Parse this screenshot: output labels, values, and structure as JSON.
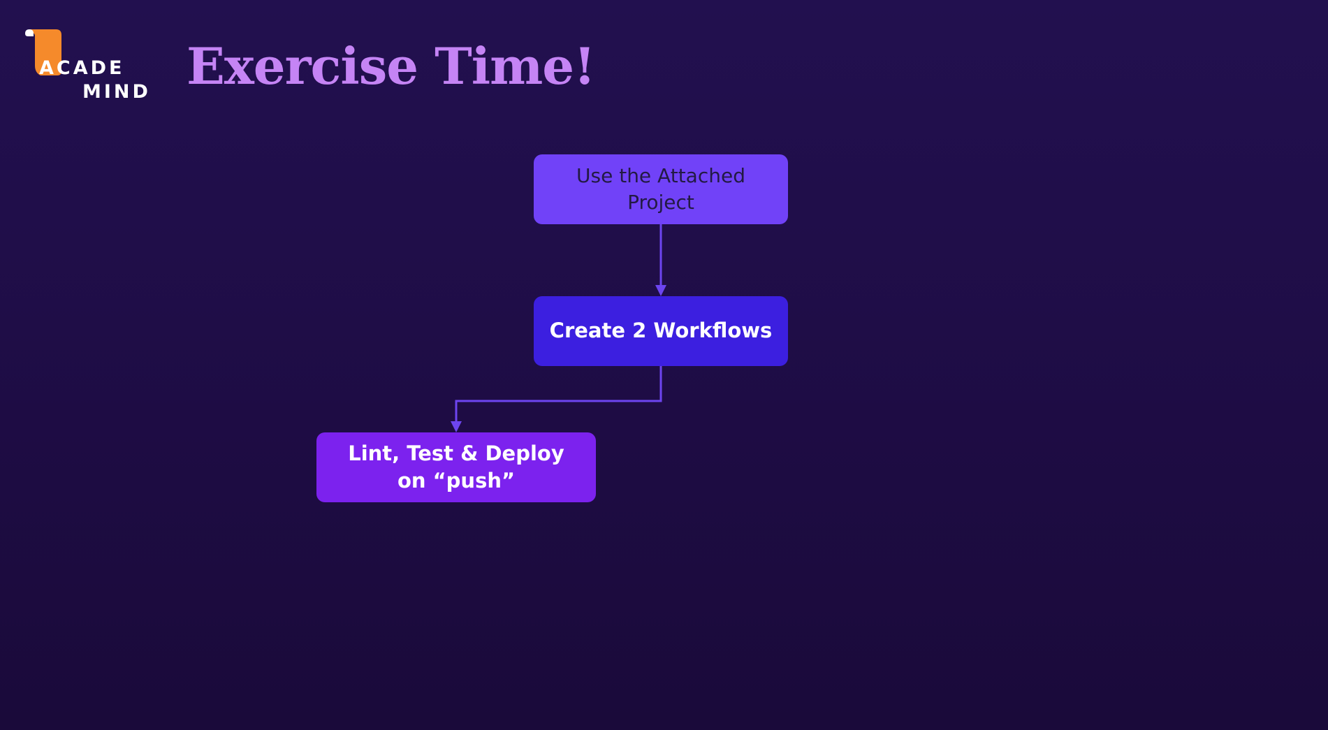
{
  "slide": {
    "title": "Exercise Time!"
  },
  "logo": {
    "line1": "ACADE",
    "line2": "MIND"
  },
  "flow": {
    "nodes": [
      {
        "label": "Use the Attached Project"
      },
      {
        "label": "Create 2 Workflows"
      },
      {
        "label": "Lint, Test & Deploy on “push”"
      }
    ]
  },
  "colors": {
    "background": "#1f0d47",
    "title": "#c584f5",
    "logo_accent": "#f58a2b",
    "node_1": "#7142f8",
    "node_2": "#3c1fe0",
    "node_3": "#7c22ee",
    "connector": "#6d45f0"
  }
}
